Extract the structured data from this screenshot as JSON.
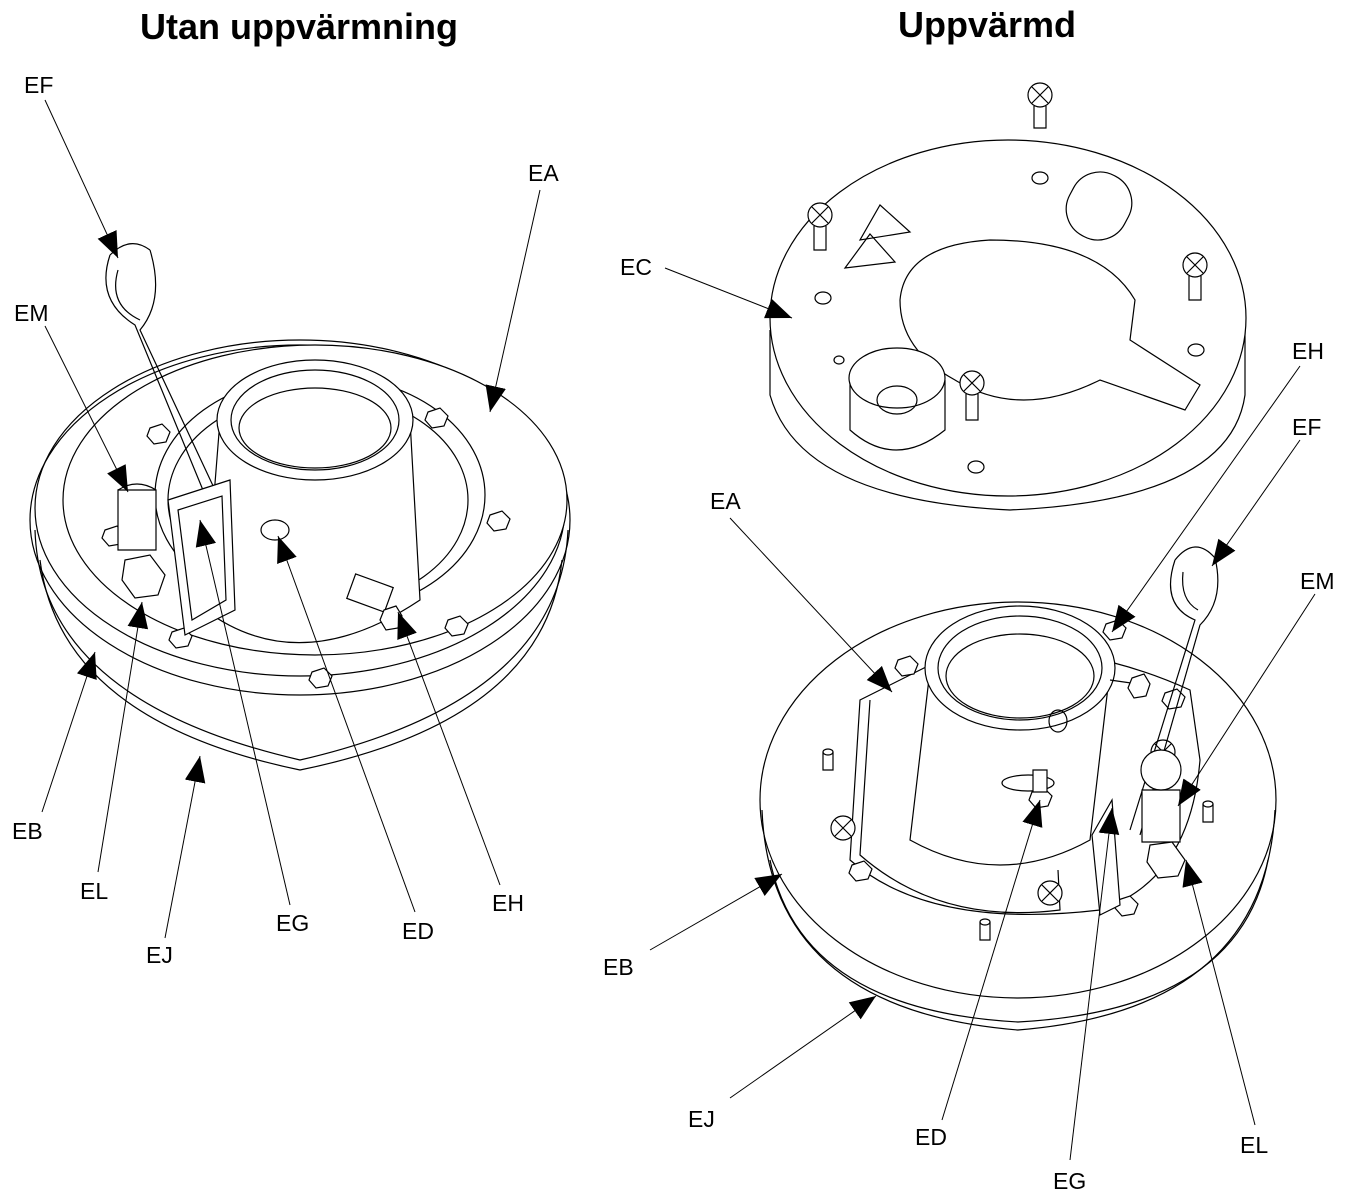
{
  "titles": {
    "left": "Utan uppvärmning",
    "right": "Uppvärmd"
  },
  "left_view": {
    "labels": {
      "EF": "EF",
      "EA": "EA",
      "EM": "EM",
      "EB": "EB",
      "EL": "EL",
      "EJ": "EJ",
      "EG": "EG",
      "ED": "ED",
      "EH": "EH"
    }
  },
  "right_view": {
    "labels": {
      "EC": "EC",
      "EH": "EH",
      "EF": "EF",
      "EA": "EA",
      "EM": "EM",
      "EB": "EB",
      "EJ": "EJ",
      "ED": "ED",
      "EL": "EL",
      "EG": "EG"
    }
  }
}
